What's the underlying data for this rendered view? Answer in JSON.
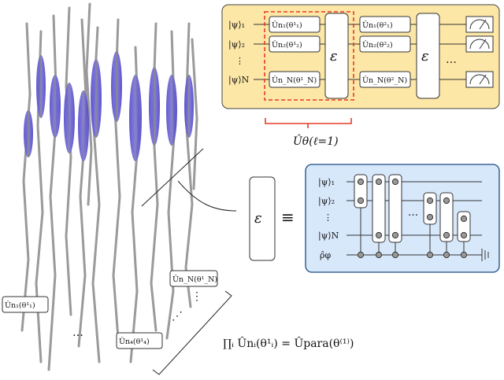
{
  "top_panel": {
    "inputs": [
      "|ψ⟩₁",
      "|ψ⟩₂",
      "⋮",
      "|ψ⟩N"
    ],
    "layer1_gates": [
      "Ûn₁(θ¹₁)",
      "Ûn₂(θ¹₂)",
      "Ûn_N(θ¹_N)"
    ],
    "layer2_gates": [
      "Ûn₁(θ²₁)",
      "Ûn₂(θ²₂)",
      "Ûn_N(θ²_N)"
    ],
    "entangler_symbol": "ε",
    "ellipsis": "…",
    "layer_label": "Ûθ(ℓ=1)",
    "colors": {
      "panel_fill": "#fde7a7",
      "dashed_box": "#e53b2c"
    }
  },
  "right_panel": {
    "equiv_symbol": "≡",
    "entangler_symbol": "ε",
    "inputs": [
      "|ψ⟩₁",
      "|ψ⟩₂",
      "⋮",
      "|ψ⟩N"
    ],
    "probe": "ρ̂φ",
    "ellipsis": "…",
    "colors": {
      "panel_fill": "#d8e8fb",
      "panel_stroke": "#1a4a80"
    }
  },
  "bottom": {
    "gate_labels": [
      "Ûn_N(θ¹_N)",
      "Ûn₁(θ¹₁)",
      "Ûn₄(θ¹₄)"
    ],
    "ellipses": [
      "⋮",
      "…",
      "⋰"
    ],
    "equation": "∏ᵢ Ûnᵢ(θ¹ᵢ) = Ûpara(θ⁽¹⁾)"
  },
  "colors": {
    "spindle": "#6a62d6",
    "fiber": "#9a9a9a"
  }
}
